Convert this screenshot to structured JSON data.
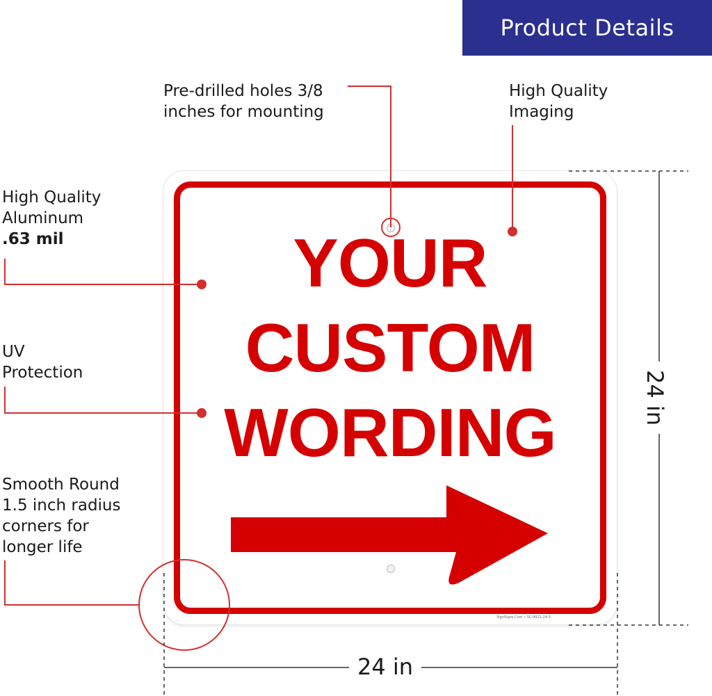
{
  "header": {
    "title": "Product Details"
  },
  "annotations": {
    "holes": [
      "Pre-drilled holes 3/8",
      "inches for mounting"
    ],
    "imaging": [
      "High Quality",
      "Imaging"
    ],
    "aluminum": [
      "High Quality",
      "Aluminum",
      ".63 mil"
    ],
    "uv": [
      "UV",
      "Protection"
    ],
    "corners": [
      "Smooth Round",
      "1.5 inch radius",
      "corners for",
      "longer life"
    ]
  },
  "sign": {
    "lines": [
      "YOUR",
      "CUSTOM",
      "WORDING"
    ],
    "arrow_direction": "right",
    "fine_print": "SignSigns.Com • SC-9911-24-S"
  },
  "dimensions": {
    "width": "24 in",
    "height": "24 in"
  },
  "colors": {
    "banner": "#2b2f8f",
    "sign_red": "#d50000",
    "callout_red": "#d32f2f"
  }
}
